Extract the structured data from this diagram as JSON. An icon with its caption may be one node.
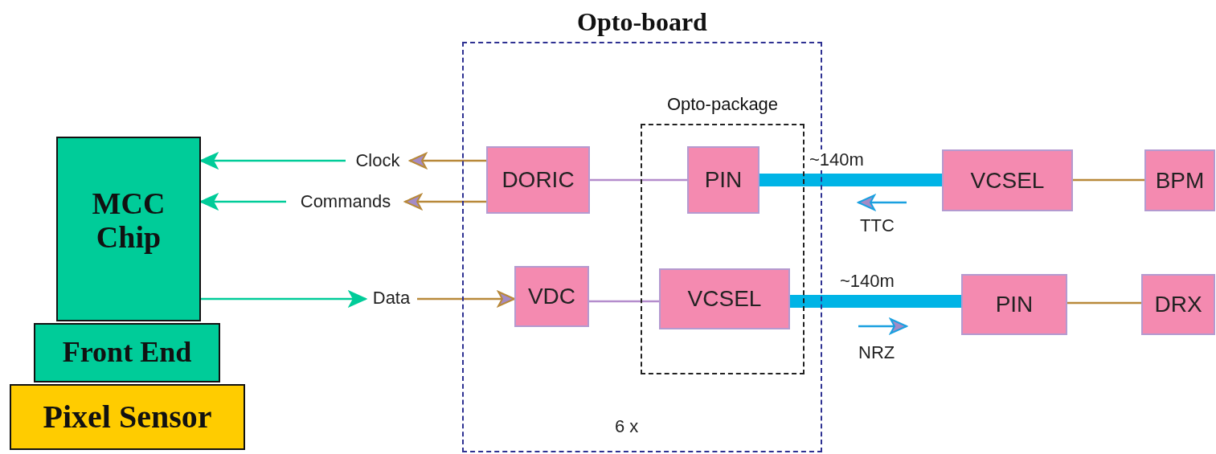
{
  "diagram": {
    "nodes": [
      {
        "text": [
          "Pixel Sensor"
        ]
      },
      {
        "text": [
          "Front End"
        ]
      },
      {
        "text": [
          "MCC Chip"
        ]
      },
      {
        "text": [
          "Opto-board"
        ]
      },
      {
        "text": [
          "Opto-package"
        ],
        "in": 3
      },
      {
        "text": [
          "DORIC"
        ],
        "in": 3
      },
      {
        "text": [
          "PIN"
        ],
        "in": 4
      },
      {
        "text": [
          "VDC"
        ],
        "in": 3
      },
      {
        "text": [
          "VCSEL"
        ],
        "in": 4
      },
      {
        "text": [
          "VCSEL"
        ]
      },
      {
        "text": [
          "BPM"
        ]
      },
      {
        "text": [
          "PIN"
        ]
      },
      {
        "text": [
          "DRX"
        ]
      },
      {
        "text": [
          "Clock"
        ]
      },
      {
        "text": [
          "Commands"
        ]
      },
      {
        "text": [
          "Data"
        ]
      }
    ],
    "edges": [
      {
        "from": 5,
        "to": 13,
        "arrow": "to"
      },
      {
        "from": 5,
        "to": 14,
        "arrow": "to"
      },
      {
        "from": 13,
        "to": 2,
        "arrow": "to",
        "color": "#00cc99"
      },
      {
        "from": 14,
        "to": 2,
        "arrow": "to",
        "color": "#00cc99"
      },
      {
        "from": 2,
        "to": 15,
        "arrow": "to",
        "color": "#00cc99"
      },
      {
        "from": 15,
        "to": 7,
        "arrow": "to"
      },
      {
        "from": 5,
        "to": 6,
        "arrow": "none",
        "color": "#b48ccc"
      },
      {
        "from": 7,
        "to": 8,
        "arrow": "none",
        "color": "#b48ccc"
      },
      {
        "from": 6,
        "to": 9,
        "arrow": "none",
        "label": "~140m",
        "style": "thick",
        "color": "#00b4e6"
      },
      {
        "from": 8,
        "to": 11,
        "arrow": "none",
        "label": "~140m",
        "style": "thick",
        "color": "#00b4e6"
      },
      {
        "from": 9,
        "to": 10,
        "arrow": "none"
      },
      {
        "from": 11,
        "to": 12,
        "arrow": "none"
      }
    ],
    "labels": [
      "TTC",
      "NRZ",
      "6 x"
    ]
  }
}
